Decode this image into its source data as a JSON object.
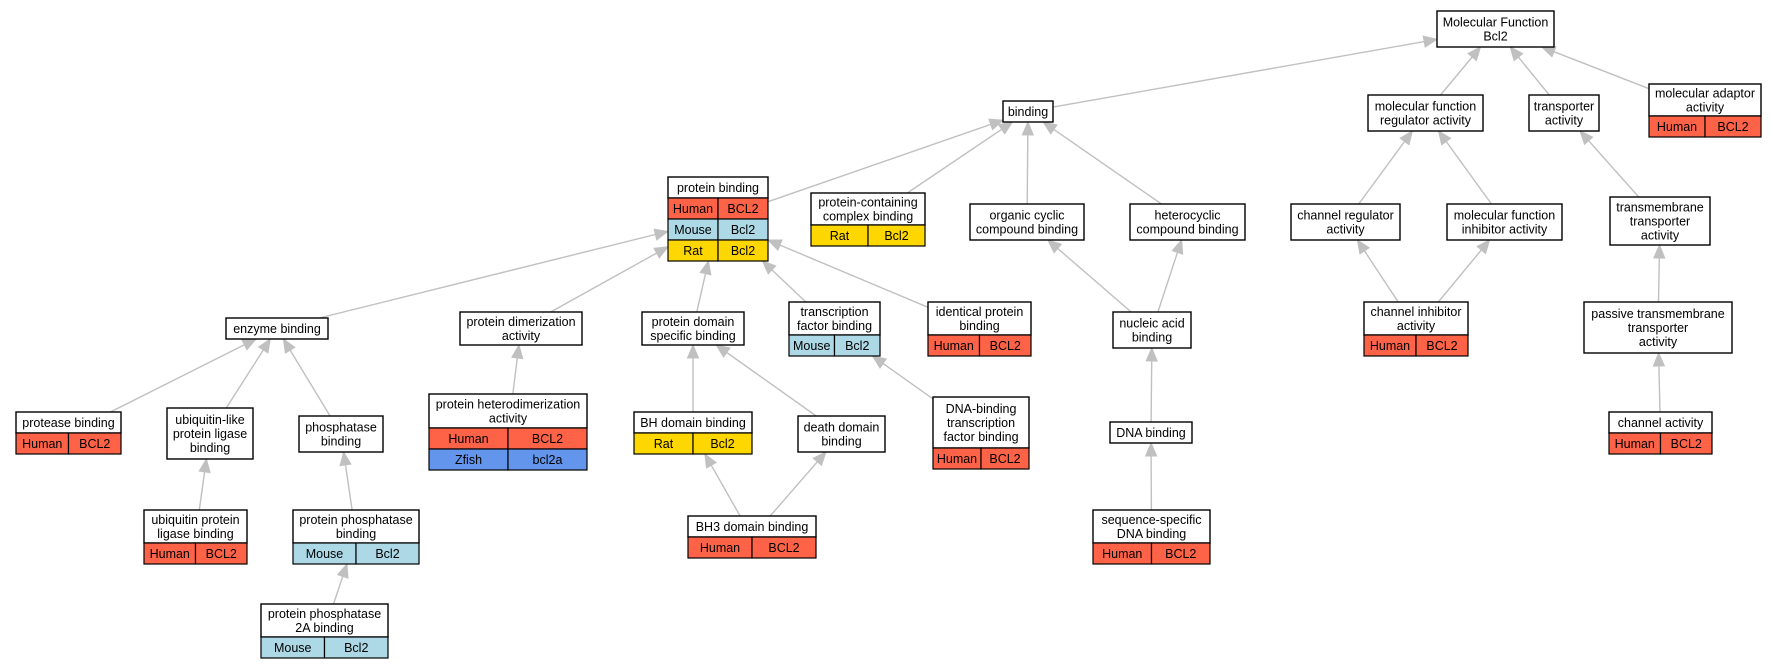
{
  "diagram": {
    "colors": {
      "Human": "#ff6347",
      "Mouse": "#add8e6",
      "Rat": "#ffd700",
      "Zfish": "#6495ed",
      "edge": "#c0c0c0"
    },
    "nodes": [
      {
        "id": "mf",
        "lines": [
          "Molecular Function",
          "Bcl2"
        ],
        "annotations": []
      },
      {
        "id": "binding",
        "lines": [
          "binding"
        ],
        "annotations": []
      },
      {
        "id": "mfra",
        "lines": [
          "molecular function",
          "regulator activity"
        ],
        "annotations": []
      },
      {
        "id": "transporter",
        "lines": [
          "transporter",
          "activity"
        ],
        "annotations": []
      },
      {
        "id": "adaptor",
        "lines": [
          "molecular adaptor",
          "activity"
        ],
        "annotations": [
          [
            "Human",
            "BCL2"
          ]
        ]
      },
      {
        "id": "protbind",
        "lines": [
          "protein binding"
        ],
        "annotations": [
          [
            "Human",
            "BCL2"
          ],
          [
            "Mouse",
            "Bcl2"
          ],
          [
            "Rat",
            "Bcl2"
          ]
        ]
      },
      {
        "id": "pccb",
        "lines": [
          "protein-containing",
          "complex binding"
        ],
        "annotations": [
          [
            "Rat",
            "Bcl2"
          ]
        ]
      },
      {
        "id": "occb",
        "lines": [
          "organic cyclic",
          "compound binding"
        ],
        "annotations": []
      },
      {
        "id": "hccb",
        "lines": [
          "heterocyclic",
          "compound binding"
        ],
        "annotations": []
      },
      {
        "id": "chreg",
        "lines": [
          "channel regulator",
          "activity"
        ],
        "annotations": []
      },
      {
        "id": "mfia",
        "lines": [
          "molecular function",
          "inhibitor activity"
        ],
        "annotations": []
      },
      {
        "id": "tmta",
        "lines": [
          "transmembrane",
          "transporter",
          "activity"
        ],
        "annotations": []
      },
      {
        "id": "enzyme",
        "lines": [
          "enzyme binding"
        ],
        "annotations": []
      },
      {
        "id": "dimer",
        "lines": [
          "protein dimerization",
          "activity"
        ],
        "annotations": []
      },
      {
        "id": "pdsb",
        "lines": [
          "protein domain",
          "specific binding"
        ],
        "annotations": []
      },
      {
        "id": "tfb",
        "lines": [
          "transcription",
          "factor binding"
        ],
        "annotations": [
          [
            "Mouse",
            "Bcl2"
          ]
        ]
      },
      {
        "id": "ipb",
        "lines": [
          "identical protein",
          "binding"
        ],
        "annotations": [
          [
            "Human",
            "BCL2"
          ]
        ]
      },
      {
        "id": "nab",
        "lines": [
          "nucleic acid",
          "binding"
        ],
        "annotations": []
      },
      {
        "id": "chinh",
        "lines": [
          "channel inhibitor",
          "activity"
        ],
        "annotations": [
          [
            "Human",
            "BCL2"
          ]
        ]
      },
      {
        "id": "ptmta",
        "lines": [
          "passive transmembrane",
          "transporter",
          "activity"
        ],
        "annotations": []
      },
      {
        "id": "protease",
        "lines": [
          "protease binding"
        ],
        "annotations": [
          [
            "Human",
            "BCL2"
          ]
        ]
      },
      {
        "id": "ubl",
        "lines": [
          "ubiquitin-like",
          "protein ligase",
          "binding"
        ],
        "annotations": []
      },
      {
        "id": "phosb",
        "lines": [
          "phosphatase",
          "binding"
        ],
        "annotations": []
      },
      {
        "id": "heterodimer",
        "lines": [
          "protein heterodimerization",
          "activity"
        ],
        "annotations": [
          [
            "Human",
            "BCL2"
          ],
          [
            "Zfish",
            "bcl2a"
          ]
        ]
      },
      {
        "id": "bhdb",
        "lines": [
          "BH domain binding"
        ],
        "annotations": [
          [
            "Rat",
            "Bcl2"
          ]
        ]
      },
      {
        "id": "deathdb",
        "lines": [
          "death domain",
          "binding"
        ],
        "annotations": []
      },
      {
        "id": "dbtfb",
        "lines": [
          "DNA-binding",
          "transcription",
          "factor binding"
        ],
        "annotations": [
          [
            "Human",
            "BCL2"
          ]
        ]
      },
      {
        "id": "dnab",
        "lines": [
          "DNA binding"
        ],
        "annotations": []
      },
      {
        "id": "chact",
        "lines": [
          "channel activity"
        ],
        "annotations": [
          [
            "Human",
            "BCL2"
          ]
        ]
      },
      {
        "id": "ubipl",
        "lines": [
          "ubiquitin protein",
          "ligase binding"
        ],
        "annotations": [
          [
            "Human",
            "BCL2"
          ]
        ]
      },
      {
        "id": "ppb",
        "lines": [
          "protein phosphatase",
          "binding"
        ],
        "annotations": [
          [
            "Mouse",
            "Bcl2"
          ]
        ]
      },
      {
        "id": "bh3",
        "lines": [
          "BH3 domain binding"
        ],
        "annotations": [
          [
            "Human",
            "BCL2"
          ]
        ]
      },
      {
        "id": "ssdna",
        "lines": [
          "sequence-specific",
          "DNA binding"
        ],
        "annotations": [
          [
            "Human",
            "BCL2"
          ]
        ]
      },
      {
        "id": "pp2a",
        "lines": [
          "protein phosphatase",
          "2A binding"
        ],
        "annotations": [
          [
            "Mouse",
            "Bcl2"
          ]
        ]
      }
    ],
    "edges": [
      {
        "from": "binding",
        "to": "mf"
      },
      {
        "from": "mfra",
        "to": "mf"
      },
      {
        "from": "transporter",
        "to": "mf"
      },
      {
        "from": "adaptor",
        "to": "mf"
      },
      {
        "from": "protbind",
        "to": "binding"
      },
      {
        "from": "pccb",
        "to": "binding"
      },
      {
        "from": "occb",
        "to": "binding"
      },
      {
        "from": "hccb",
        "to": "binding"
      },
      {
        "from": "chreg",
        "to": "mfra"
      },
      {
        "from": "mfia",
        "to": "mfra"
      },
      {
        "from": "tmta",
        "to": "transporter"
      },
      {
        "from": "enzyme",
        "to": "protbind"
      },
      {
        "from": "dimer",
        "to": "protbind"
      },
      {
        "from": "pdsb",
        "to": "protbind"
      },
      {
        "from": "tfb",
        "to": "protbind"
      },
      {
        "from": "ipb",
        "to": "protbind"
      },
      {
        "from": "nab",
        "to": "occb"
      },
      {
        "from": "nab",
        "to": "hccb"
      },
      {
        "from": "chinh",
        "to": "chreg"
      },
      {
        "from": "chinh",
        "to": "mfia"
      },
      {
        "from": "ptmta",
        "to": "tmta"
      },
      {
        "from": "protease",
        "to": "enzyme"
      },
      {
        "from": "ubl",
        "to": "enzyme"
      },
      {
        "from": "phosb",
        "to": "enzyme"
      },
      {
        "from": "heterodimer",
        "to": "dimer"
      },
      {
        "from": "bhdb",
        "to": "pdsb"
      },
      {
        "from": "deathdb",
        "to": "pdsb"
      },
      {
        "from": "dbtfb",
        "to": "tfb"
      },
      {
        "from": "dnab",
        "to": "nab"
      },
      {
        "from": "chact",
        "to": "ptmta"
      },
      {
        "from": "ubipl",
        "to": "ubl"
      },
      {
        "from": "ppb",
        "to": "phosb"
      },
      {
        "from": "bh3",
        "to": "bhdb"
      },
      {
        "from": "bh3",
        "to": "deathdb"
      },
      {
        "from": "ssdna",
        "to": "dnab"
      },
      {
        "from": "pp2a",
        "to": "ppb"
      }
    ]
  }
}
